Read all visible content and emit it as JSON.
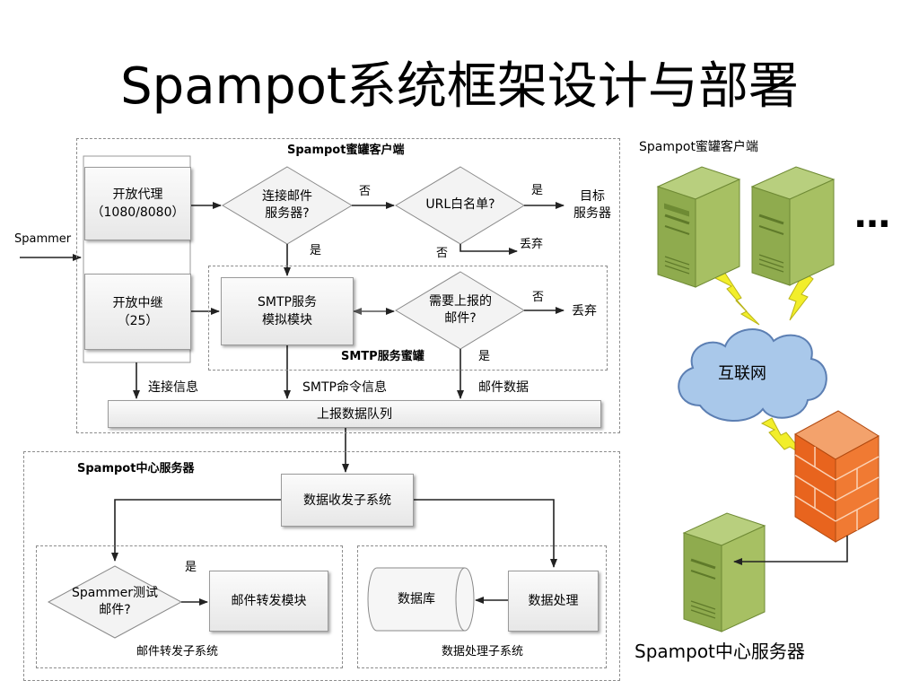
{
  "title": "Spampot系统框架设计与部署",
  "client_area": {
    "label": "Spampot蜜罐客户端",
    "spammer": "Spammer",
    "open_proxy": "开放代理\n（1080/8080）",
    "open_relay": "开放中继\n（25）",
    "connect_mail_server": "连接邮件\n服务器?",
    "url_whitelist": "URL白名单?",
    "target_server": "目标\n服务器",
    "yes_1": "是",
    "no_1": "否",
    "yes_2": "是",
    "no_2": "否",
    "discard_1": "丢弃",
    "smtp_module": "SMTP服务\n模拟模块",
    "need_report": "需要上报的\n邮件?",
    "no_3": "否",
    "yes_3": "是",
    "discard_2": "丢弃",
    "smtp_honeypot_label": "SMTP服务蜜罐",
    "connect_info": "连接信息",
    "smtp_cmd_info": "SMTP命令信息",
    "mail_data": "邮件数据",
    "report_queue": "上报数据队列"
  },
  "center_area": {
    "label": "Spampot中心服务器",
    "data_rx_tx": "数据收发子系统",
    "spammer_test_mail": "Spammer测试\n邮件?",
    "yes": "是",
    "mail_forward_module": "邮件转发模块",
    "mail_forward_subsystem": "邮件转发子系统",
    "database": "数据库",
    "data_process": "数据处理",
    "data_process_subsystem": "数据处理子系统"
  },
  "deployment": {
    "client_label": "Spampot蜜罐客户端",
    "ellipsis": "…",
    "internet": "互联网",
    "center_label": "Spampot中心服务器"
  },
  "colors": {
    "server_green": "#9ab55a",
    "firewall_orange": "#e8641e",
    "cloud_blue": "#a9c8ea",
    "lightning_yellow": "#f2ee2a"
  },
  "icons": [
    "server-icon",
    "cloud-icon",
    "firewall-icon",
    "lightning-icon",
    "database-icon"
  ]
}
